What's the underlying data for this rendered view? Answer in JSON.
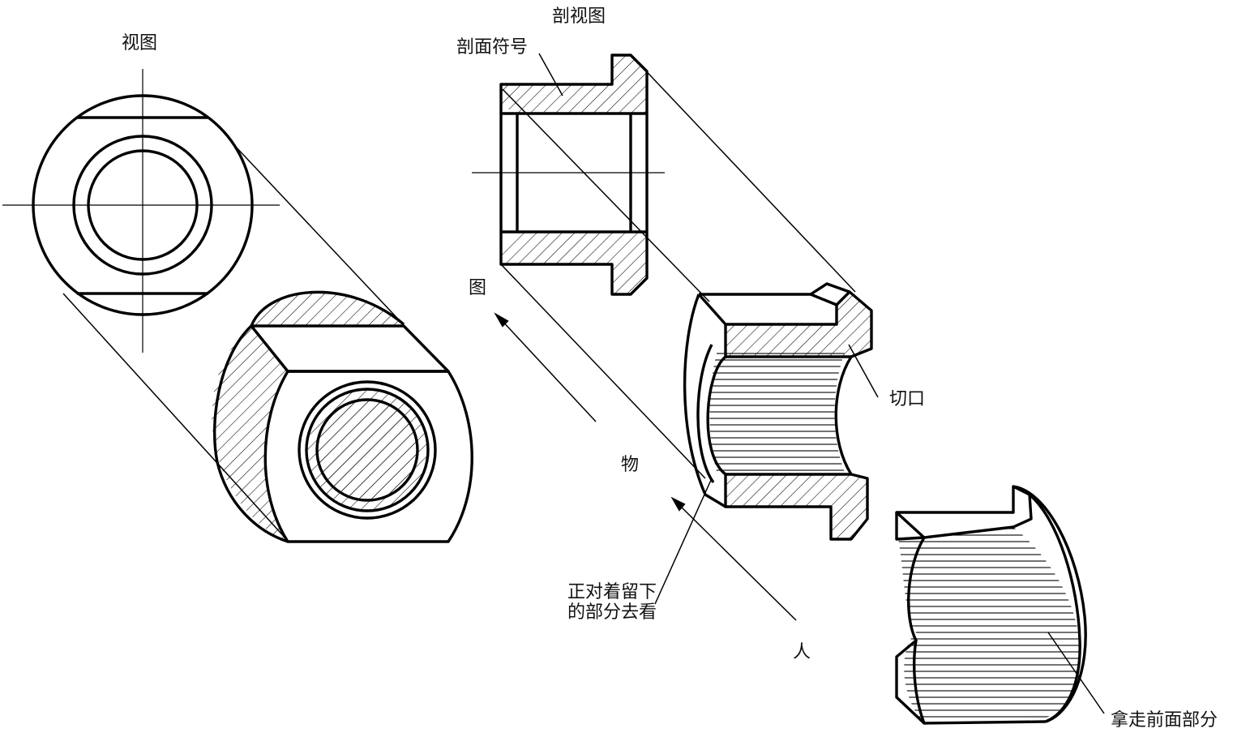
{
  "labels": {
    "view": "视图",
    "section_view": "剖视图",
    "section_symbol": "剖面符号",
    "cut": "切口",
    "figure": "图",
    "object": "物",
    "person": "人",
    "view_remaining": "正对着留下\n的部分去看",
    "remove_front": "拿走前面部分"
  },
  "colors": {
    "ink": "#000000",
    "paper": "#ffffff"
  }
}
